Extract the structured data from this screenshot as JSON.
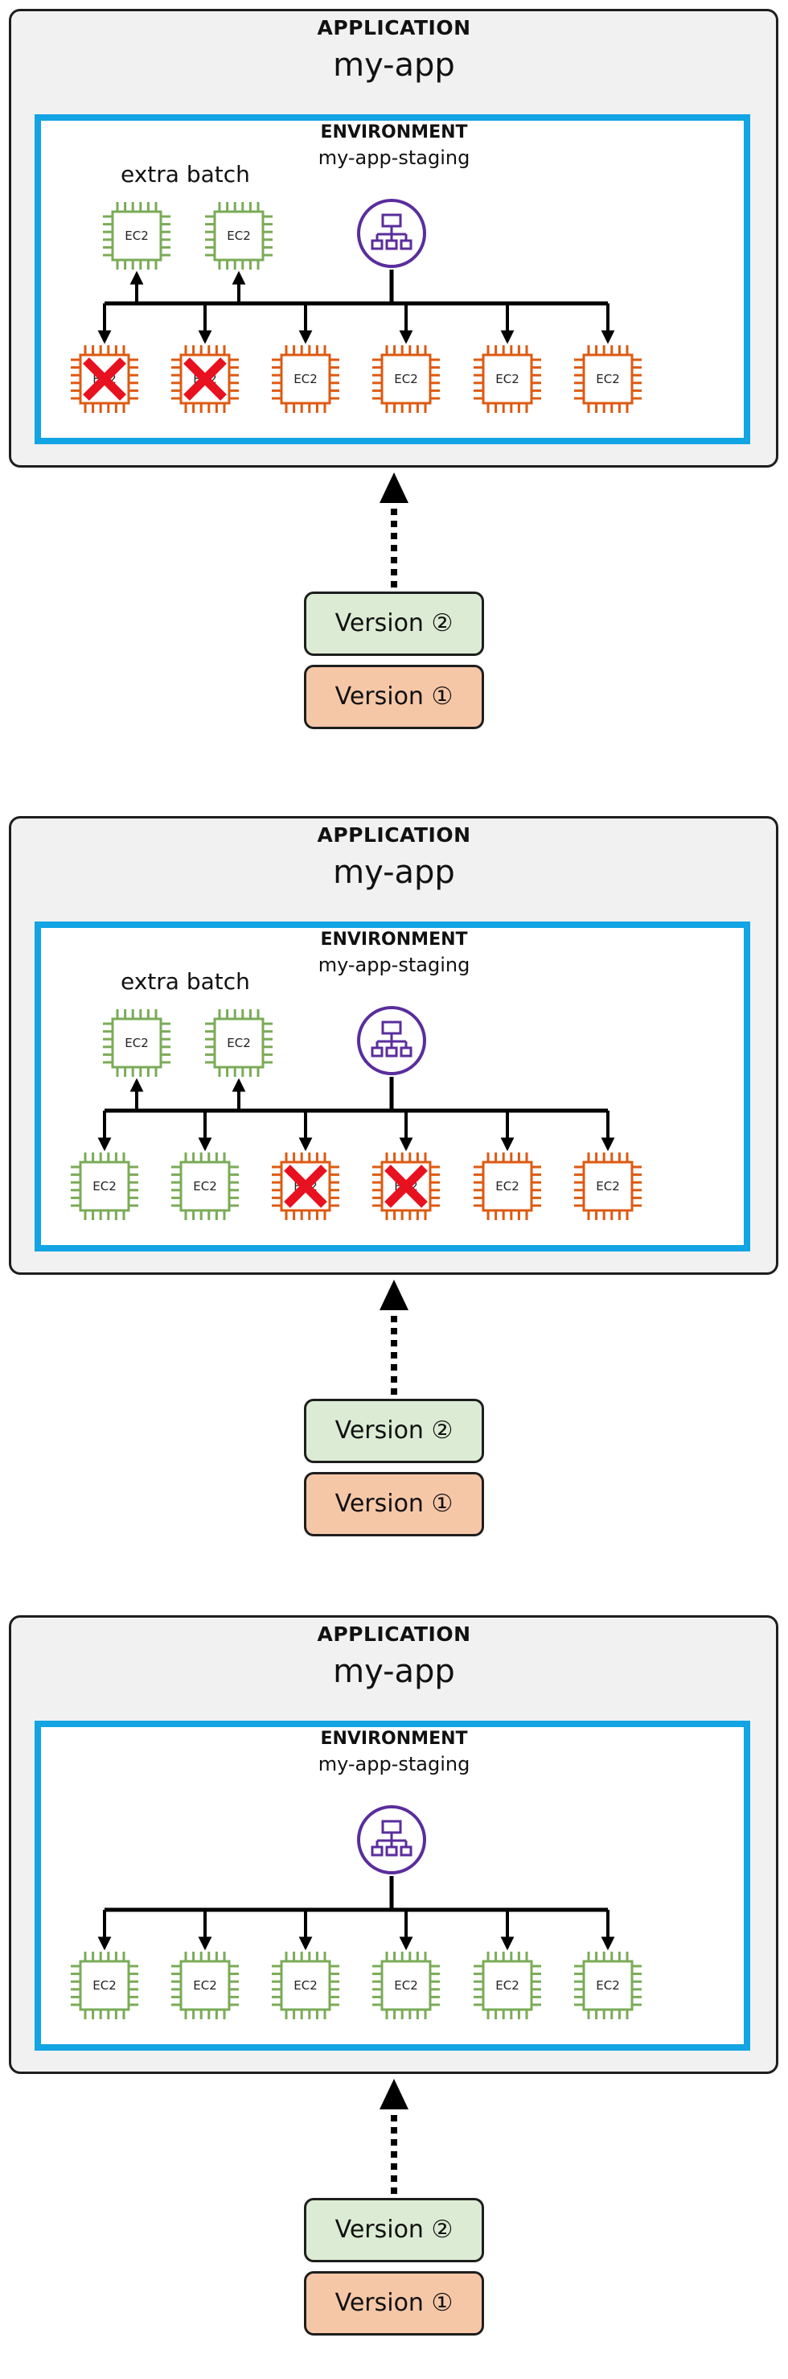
{
  "colors": {
    "environment_border": "#12a4e3",
    "instance_new": "#7aab57",
    "instance_old": "#dd5a12",
    "terminated_mark": "#e8111f",
    "load_balancer": "#5a2d9c",
    "version_new_fill": "#dcecd4",
    "version_old_fill": "#f6c7a7"
  },
  "icons": {
    "instance": "ec2-chip-icon",
    "load_balancer": "load-balancer-icon",
    "terminated": "red-x-icon"
  },
  "panels": [
    {
      "application_label": "APPLICATION",
      "application_name": "my-app",
      "environment_label": "ENVIRONMENT",
      "environment_name": "my-app-staging",
      "extra_batch_label": "extra batch",
      "extra_batch": [
        {
          "label": "EC2",
          "version": "new"
        },
        {
          "label": "EC2",
          "version": "new"
        }
      ],
      "instances": [
        {
          "label": "EC2",
          "version": "old",
          "terminated": true
        },
        {
          "label": "EC2",
          "version": "old",
          "terminated": true
        },
        {
          "label": "EC2",
          "version": "old",
          "terminated": false
        },
        {
          "label": "EC2",
          "version": "old",
          "terminated": false
        },
        {
          "label": "EC2",
          "version": "old",
          "terminated": false
        },
        {
          "label": "EC2",
          "version": "old",
          "terminated": false
        }
      ],
      "versions": [
        "Version ②",
        "Version ①"
      ]
    },
    {
      "application_label": "APPLICATION",
      "application_name": "my-app",
      "environment_label": "ENVIRONMENT",
      "environment_name": "my-app-staging",
      "extra_batch_label": "extra batch",
      "extra_batch": [
        {
          "label": "EC2",
          "version": "new"
        },
        {
          "label": "EC2",
          "version": "new"
        }
      ],
      "instances": [
        {
          "label": "EC2",
          "version": "new",
          "terminated": false
        },
        {
          "label": "EC2",
          "version": "new",
          "terminated": false
        },
        {
          "label": "EC2",
          "version": "old",
          "terminated": true
        },
        {
          "label": "EC2",
          "version": "old",
          "terminated": true
        },
        {
          "label": "EC2",
          "version": "old",
          "terminated": false
        },
        {
          "label": "EC2",
          "version": "old",
          "terminated": false
        }
      ],
      "versions": [
        "Version ②",
        "Version ①"
      ]
    },
    {
      "application_label": "APPLICATION",
      "application_name": "my-app",
      "environment_label": "ENVIRONMENT",
      "environment_name": "my-app-staging",
      "extra_batch_label": "",
      "extra_batch": [],
      "instances": [
        {
          "label": "EC2",
          "version": "new",
          "terminated": false
        },
        {
          "label": "EC2",
          "version": "new",
          "terminated": false
        },
        {
          "label": "EC2",
          "version": "new",
          "terminated": false
        },
        {
          "label": "EC2",
          "version": "new",
          "terminated": false
        },
        {
          "label": "EC2",
          "version": "new",
          "terminated": false
        },
        {
          "label": "EC2",
          "version": "new",
          "terminated": false
        }
      ],
      "versions": [
        "Version ②",
        "Version ①"
      ]
    }
  ]
}
